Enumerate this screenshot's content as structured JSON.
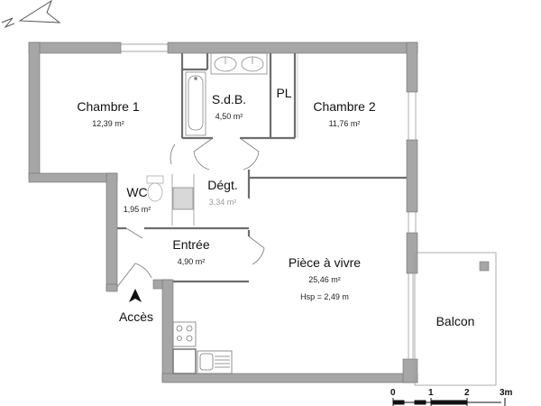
{
  "plan": {
    "colors": {
      "wall": "#a6a6a6",
      "wall_outline": "#6e6e6e",
      "line": "#888888",
      "background": "#ffffff"
    },
    "compass_icon": "north-arrow-icon",
    "rooms": [
      {
        "id": "chambre1",
        "name": "Chambre 1",
        "area": "12,39 m²"
      },
      {
        "id": "sdb",
        "name": "S.d.B.",
        "area": "4,50 m²"
      },
      {
        "id": "pl",
        "name": "PL"
      },
      {
        "id": "chambre2",
        "name": "Chambre 2",
        "area": "11,76 m²"
      },
      {
        "id": "wc",
        "name": "WC",
        "area": "1,95 m²"
      },
      {
        "id": "degt",
        "name": "Dégt.",
        "area": "3,34 m²"
      },
      {
        "id": "entree",
        "name": "Entrée",
        "area": "4,90 m²"
      },
      {
        "id": "piece",
        "name": "Pièce à vivre",
        "area": "25,46 m²",
        "height": "Hsp = 2,49 m"
      },
      {
        "id": "balcon",
        "name": "Balcon"
      }
    ],
    "access": {
      "label": "Accès",
      "icon": "access-arrow-icon"
    },
    "scale": {
      "ticks": [
        "0",
        "1",
        "2",
        "3m"
      ]
    }
  }
}
